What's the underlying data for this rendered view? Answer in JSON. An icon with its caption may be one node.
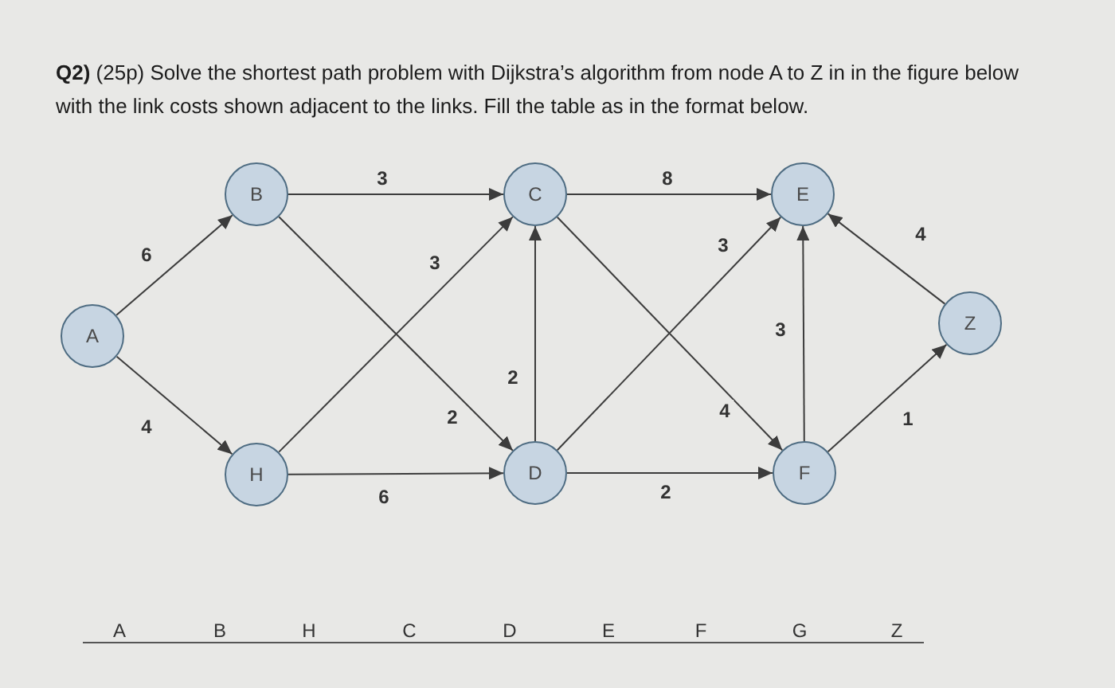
{
  "diagram": {
    "title": "**Q2)** (25p) Solve the shortest path problem with Dijkstra’s algorithm from node A to Z in in the figure below with the link costs shown adjacent to the links. Fill the table as in the format below.",
    "nodes": [
      {
        "text": [
          "A"
        ]
      },
      {
        "text": [
          "B"
        ]
      },
      {
        "text": [
          "H"
        ]
      },
      {
        "text": [
          "C"
        ]
      },
      {
        "text": [
          "D"
        ]
      },
      {
        "text": [
          "E"
        ]
      },
      {
        "text": [
          "F"
        ]
      },
      {
        "text": [
          "Z"
        ]
      }
    ],
    "edges": [
      {
        "from": 0,
        "to": 1,
        "arrow": "to",
        "label": "6"
      },
      {
        "from": 0,
        "to": 2,
        "arrow": "to",
        "label": "4"
      },
      {
        "from": 1,
        "to": 3,
        "arrow": "to",
        "label": "3"
      },
      {
        "from": 1,
        "to": 4,
        "arrow": "to",
        "label": "2"
      },
      {
        "from": 2,
        "to": 3,
        "arrow": "to",
        "label": "3"
      },
      {
        "from": 2,
        "to": 4,
        "arrow": "to",
        "label": "6"
      },
      {
        "from": 4,
        "to": 3,
        "arrow": "to",
        "label": "2"
      },
      {
        "from": 3,
        "to": 5,
        "arrow": "to",
        "label": "8"
      },
      {
        "from": 3,
        "to": 6,
        "arrow": "to",
        "label": "4"
      },
      {
        "from": 4,
        "to": 5,
        "arrow": "to",
        "label": "3"
      },
      {
        "from": 4,
        "to": 6,
        "arrow": "to",
        "label": "2"
      },
      {
        "from": 6,
        "to": 5,
        "arrow": "to",
        "label": "3"
      },
      {
        "from": 6,
        "to": 7,
        "arrow": "to",
        "label": "1"
      },
      {
        "from": 7,
        "to": 5,
        "arrow": "to",
        "label": "4"
      }
    ],
    "labels": [
      "A",
      "B",
      "H",
      "C",
      "D",
      "E",
      "F",
      "G",
      "Z"
    ]
  }
}
